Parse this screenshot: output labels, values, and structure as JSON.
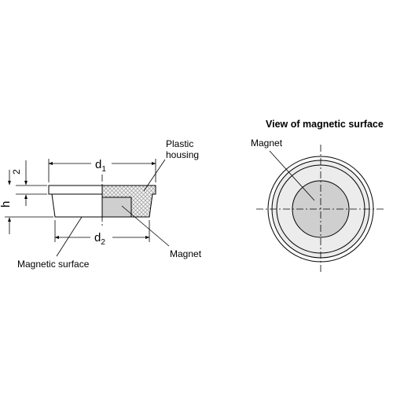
{
  "diagram": {
    "labels": {
      "plastic_housing_1": "Plastic",
      "plastic_housing_2": "housing",
      "magnet_left": "Magnet",
      "magnetic_surface": "Magnetic surface",
      "view_title": "View of magnetic surface",
      "magnet_right": "Magnet"
    },
    "dimensions": {
      "d1_base": "d",
      "d1_sub": "1",
      "d2_base": "d",
      "d2_sub": "2",
      "h": "h",
      "two": "2"
    },
    "colors": {
      "magnet_fill": "#cfcfcf",
      "surface_fill": "#ececec",
      "housing_hatch": "#9a9a9a",
      "line": "#000000"
    }
  }
}
